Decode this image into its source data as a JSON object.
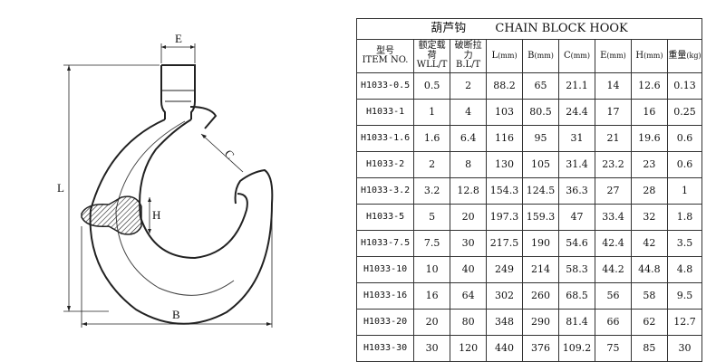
{
  "drawing": {
    "dimension_labels": {
      "E": "E",
      "C": "C",
      "L": "L",
      "H": "H",
      "B": "B"
    }
  },
  "table": {
    "title_cn": "葫芦钩",
    "title_en": "CHAIN BLOCK HOOK",
    "headers": [
      {
        "line1": "型号",
        "line2": "ITEM NO."
      },
      {
        "line1": "额定载荷",
        "line2": "WLL/T"
      },
      {
        "line1": "破断拉力",
        "line2": "B.L/T"
      },
      {
        "line1": "L",
        "unit": "(mm)"
      },
      {
        "line1": "B",
        "unit": "(mm)"
      },
      {
        "line1": "C",
        "unit": "(mm)"
      },
      {
        "line1": "E",
        "unit": "(mm)"
      },
      {
        "line1": "H",
        "unit": "(mm)"
      },
      {
        "line1": "重量",
        "unit": "(kg)"
      }
    ],
    "rows": [
      [
        "H1033-0.5",
        "0.5",
        "2",
        "88.2",
        "65",
        "21.1",
        "14",
        "12.6",
        "0.13"
      ],
      [
        "H1033-1",
        "1",
        "4",
        "103",
        "80.5",
        "24.4",
        "17",
        "16",
        "0.25"
      ],
      [
        "H1033-1.6",
        "1.6",
        "6.4",
        "116",
        "95",
        "31",
        "21",
        "19.6",
        "0.6"
      ],
      [
        "H1033-2",
        "2",
        "8",
        "130",
        "105",
        "31.4",
        "23.2",
        "23",
        "0.6"
      ],
      [
        "H1033-3.2",
        "3.2",
        "12.8",
        "154.3",
        "124.5",
        "36.3",
        "27",
        "28",
        "1"
      ],
      [
        "H1033-5",
        "5",
        "20",
        "197.3",
        "159.3",
        "47",
        "33.4",
        "32",
        "1.8"
      ],
      [
        "H1033-7.5",
        "7.5",
        "30",
        "217.5",
        "190",
        "54.6",
        "42.4",
        "42",
        "3.5"
      ],
      [
        "H1033-10",
        "10",
        "40",
        "249",
        "214",
        "58.3",
        "44.2",
        "44.8",
        "4.8"
      ],
      [
        "H1033-16",
        "16",
        "64",
        "302",
        "260",
        "68.5",
        "56",
        "58",
        "9.5"
      ],
      [
        "H1033-20",
        "20",
        "80",
        "348",
        "290",
        "81.4",
        "66",
        "62",
        "12.7"
      ],
      [
        "H1033-30",
        "30",
        "120",
        "440",
        "376",
        "109.2",
        "75",
        "85",
        "30"
      ]
    ]
  }
}
